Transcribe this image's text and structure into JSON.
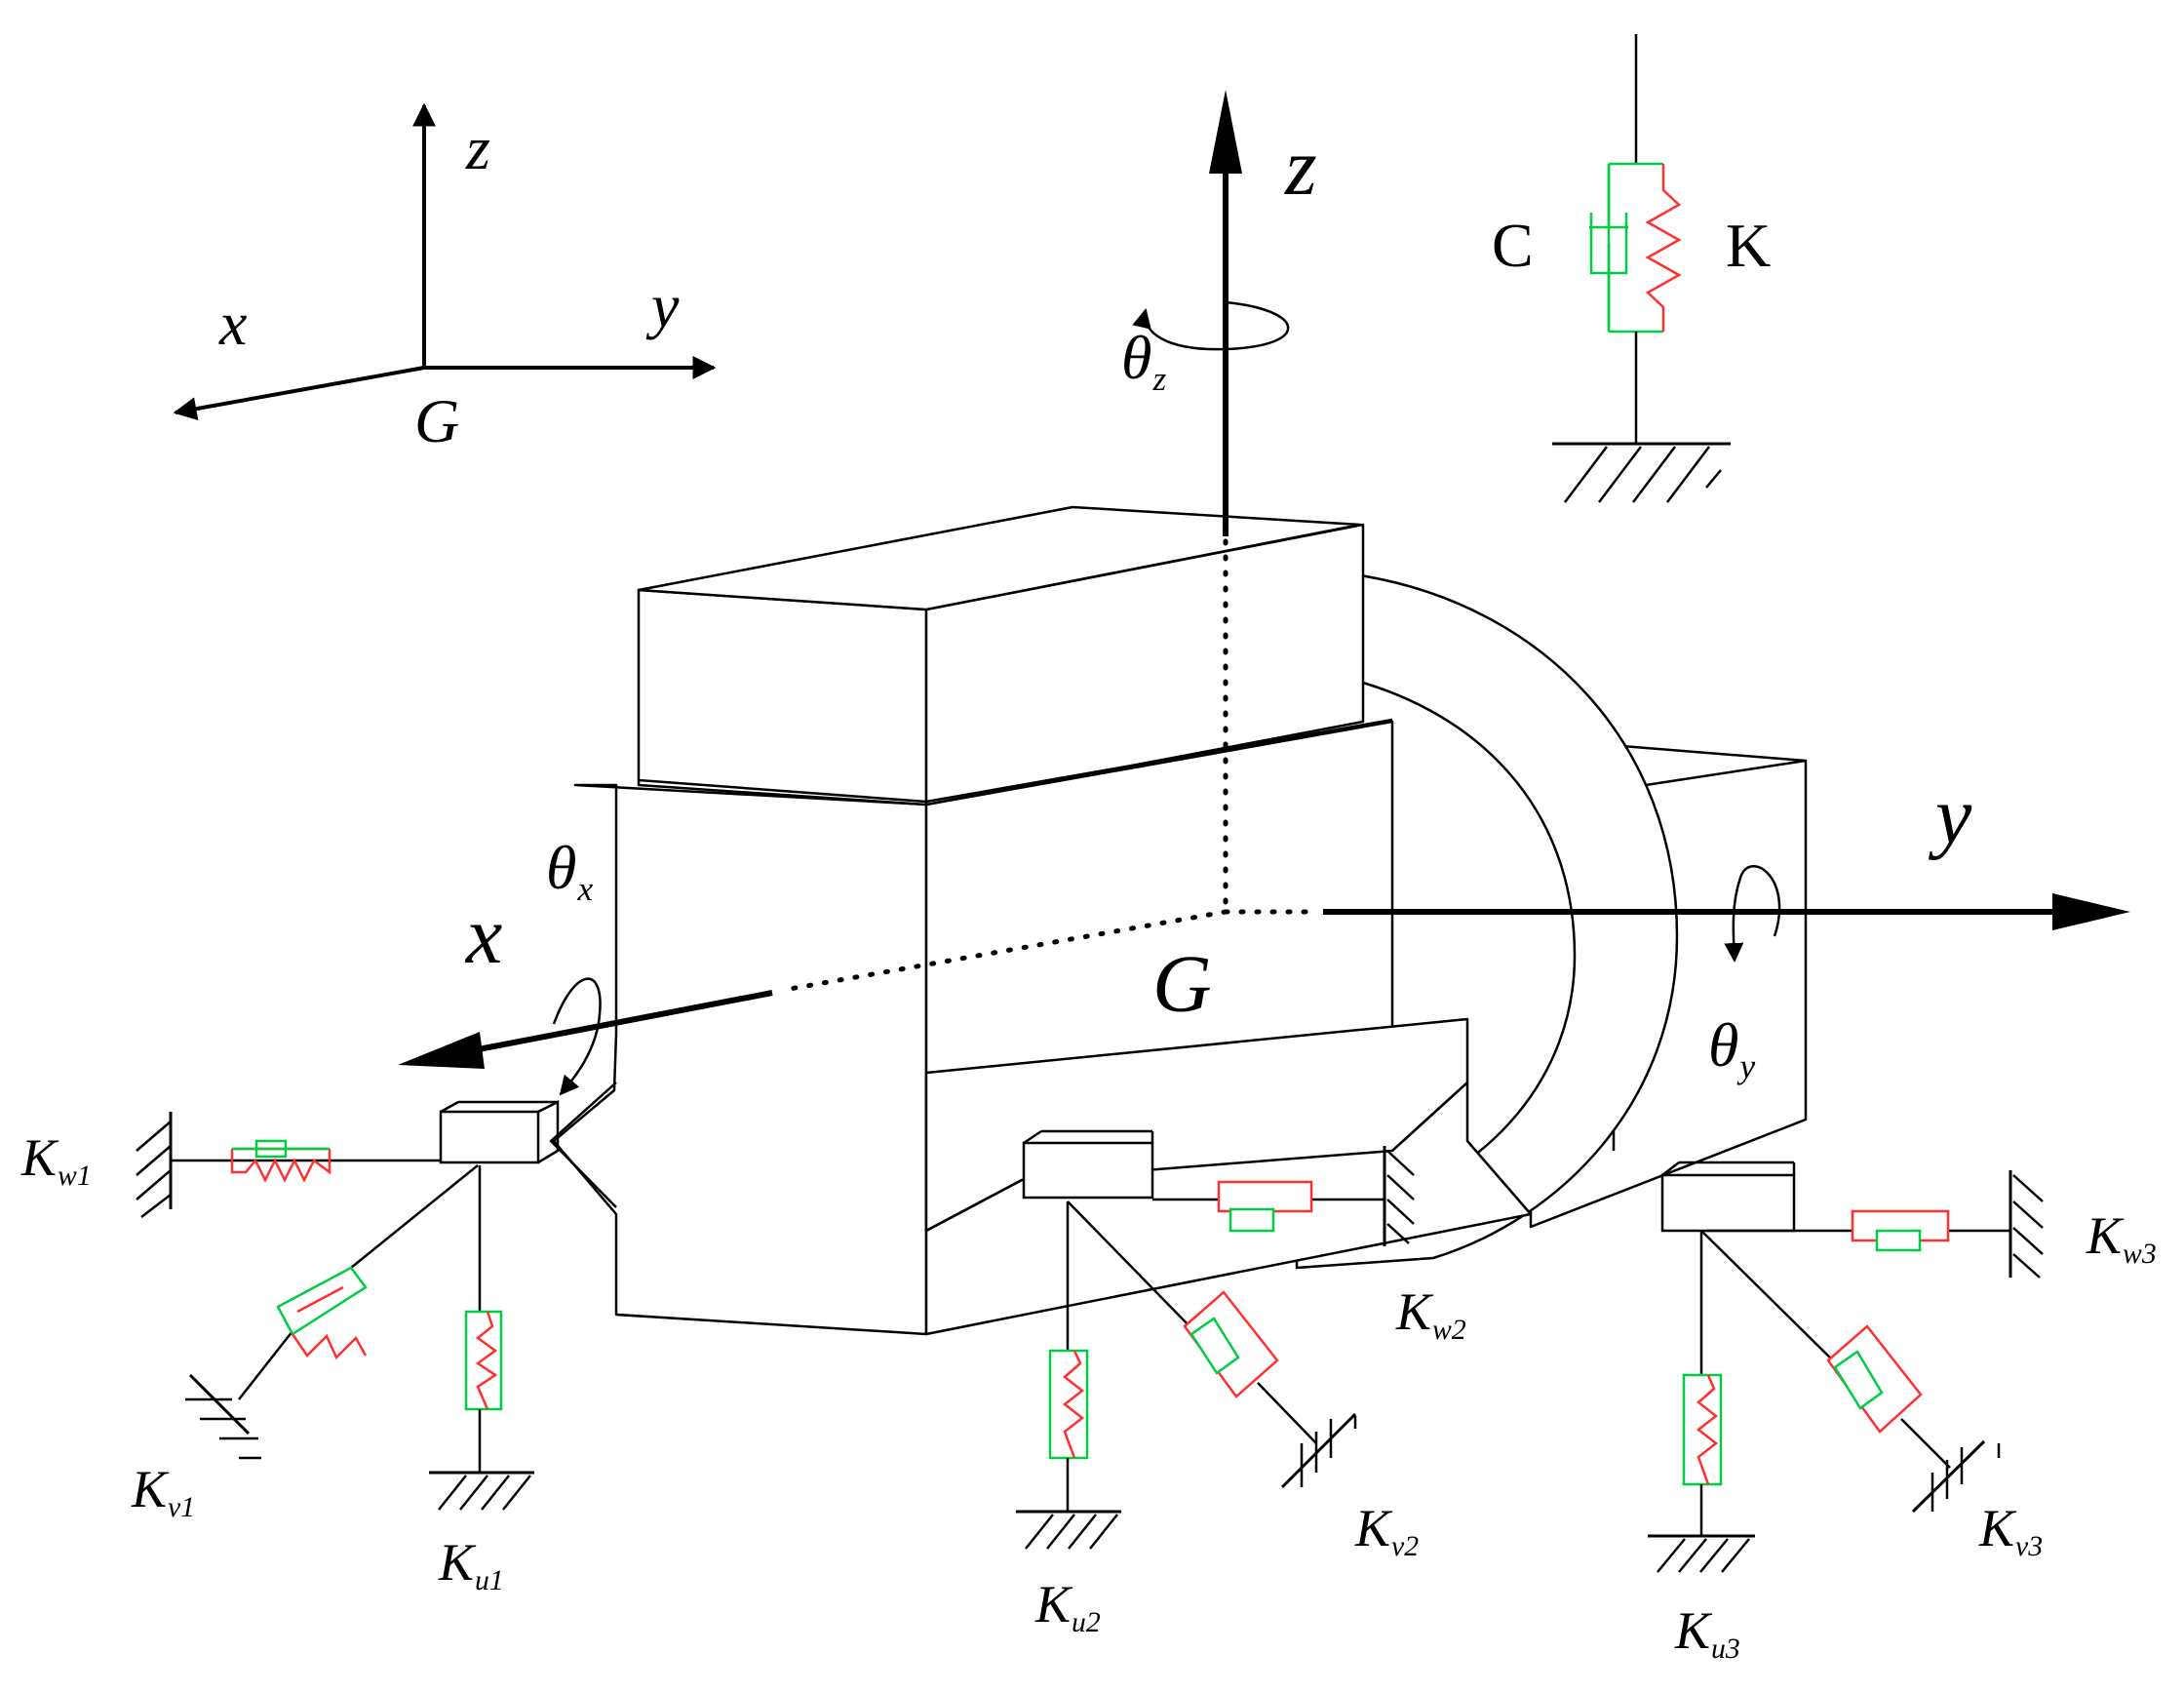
{
  "small_frame": {
    "z": "z",
    "y": "y",
    "x": "x",
    "origin": "G"
  },
  "main_axes": {
    "z": "z",
    "y": "y",
    "x": "x",
    "origin": "G"
  },
  "rotations": {
    "theta_z": {
      "sym": "θ",
      "sub": "z"
    },
    "theta_x": {
      "sym": "θ",
      "sub": "x"
    },
    "theta_y": {
      "sym": "θ",
      "sub": "y"
    }
  },
  "legend": {
    "damper": "C",
    "spring": "K"
  },
  "stiffness": {
    "kw1": {
      "sym": "K",
      "sub": "w1"
    },
    "kv1": {
      "sym": "K",
      "sub": "v1"
    },
    "ku1": {
      "sym": "K",
      "sub": "u1"
    },
    "kw2": {
      "sym": "K",
      "sub": "w2"
    },
    "kv2": {
      "sym": "K",
      "sub": "v2"
    },
    "ku2": {
      "sym": "K",
      "sub": "u2"
    },
    "kw3": {
      "sym": "K",
      "sub": "w3"
    },
    "kv3": {
      "sym": "K",
      "sub": "v3"
    },
    "ku3": {
      "sym": "K",
      "sub": "u3"
    }
  },
  "colors": {
    "line": "#000000",
    "spring": "#ff3030",
    "damper": "#00cc44"
  }
}
